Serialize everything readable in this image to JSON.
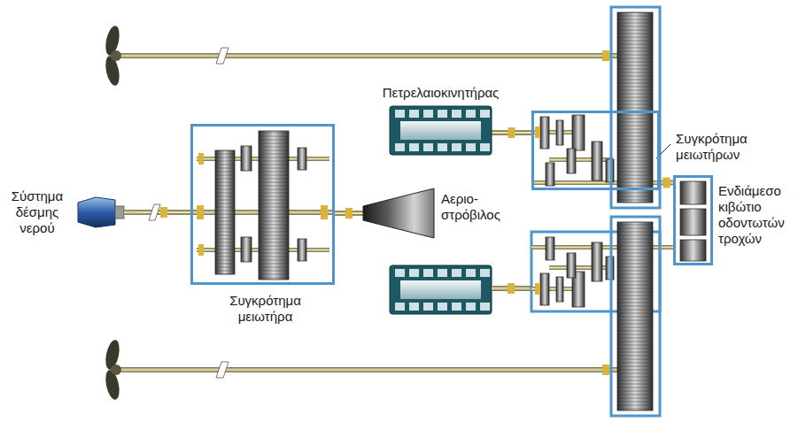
{
  "diagram": {
    "nodes": [
      {
        "text": [
          "Σύστημα δέσμης νερού"
        ]
      },
      {
        "text": [
          "Συγκρότημα μειωτήρα"
        ]
      },
      {
        "text": [
          "Αεριο- στρόβιλος"
        ]
      },
      {
        "text": [
          "Πετρελαιοκινητήρας"
        ]
      },
      {
        "text": [
          "Συγκρότημα μειωτήρων"
        ]
      },
      {
        "text": [
          "Ενδιάμεσο κιβώτιο οδοντωτών τροχών"
        ]
      }
    ],
    "edges": [
      {
        "from": 0,
        "to": 1,
        "arrow": "none"
      },
      {
        "from": 1,
        "to": 2,
        "arrow": "none"
      },
      {
        "from": 3,
        "to": 4,
        "arrow": "none"
      },
      {
        "from": 4,
        "to": 5,
        "arrow": "none"
      }
    ]
  }
}
